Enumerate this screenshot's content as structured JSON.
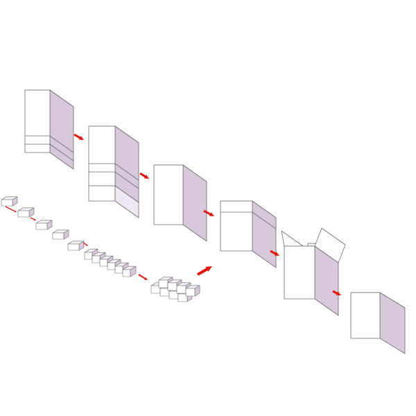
{
  "diagram": {
    "kind": "carton packing process",
    "colors": {
      "front_face": "#ffffff",
      "side_face": "#d8c8dc",
      "top_face": "#f2f2f2",
      "interior": "#c9b6cd",
      "outline": "#6b6b6b",
      "arrow": "#e8120c",
      "background": "#ffffff"
    },
    "stages": [
      {
        "name": "open-carton"
      },
      {
        "name": "carton-bottom-folding"
      },
      {
        "name": "carton-formed"
      },
      {
        "name": "carton-loaded"
      },
      {
        "name": "carton-flaps-closing"
      },
      {
        "name": "carton-sealed"
      }
    ],
    "product_flow": {
      "single_items": 5,
      "row_items": 6,
      "grouped_items": 8
    },
    "arrows": 9
  }
}
